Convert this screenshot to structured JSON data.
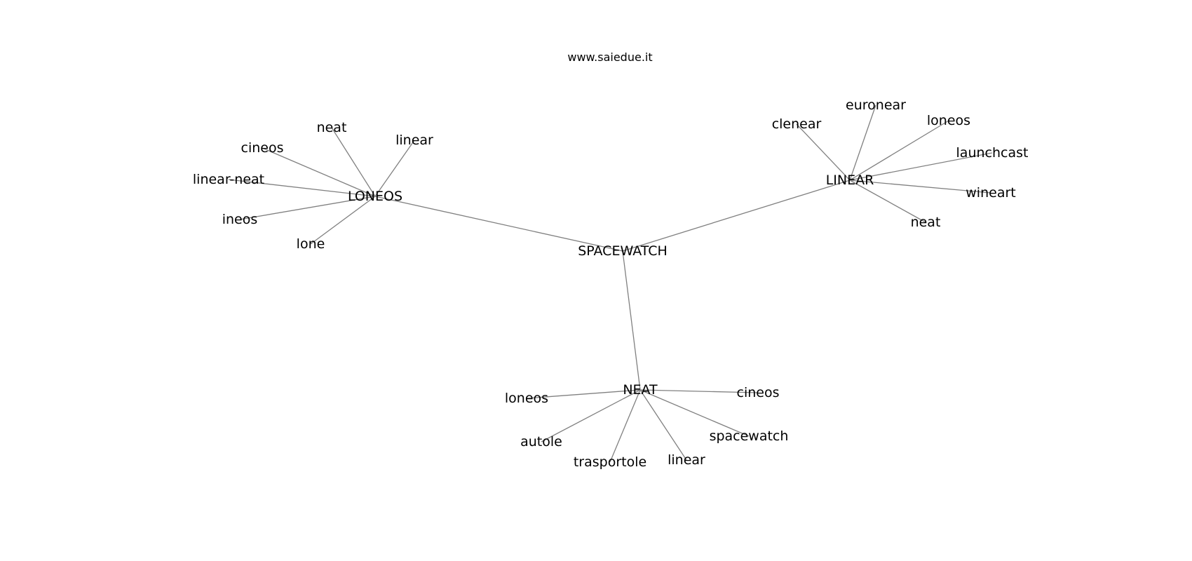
{
  "title": "www.saiedue.it",
  "graph": {
    "nodes": [
      {
        "id": "spacewatch",
        "label": "SPACEWATCH",
        "hub": true
      },
      {
        "id": "loneos",
        "label": "LONEOS",
        "hub": true
      },
      {
        "id": "linear_hub",
        "label": "LINEAR",
        "hub": true
      },
      {
        "id": "neat_hub",
        "label": "NEAT",
        "hub": true
      },
      {
        "id": "lo_neat",
        "label": "neat"
      },
      {
        "id": "lo_cineos",
        "label": "cineos"
      },
      {
        "id": "lo_linear",
        "label": "linear"
      },
      {
        "id": "lo_linearneat",
        "label": "linear-neat"
      },
      {
        "id": "lo_ineos",
        "label": "ineos"
      },
      {
        "id": "lo_lone",
        "label": "lone"
      },
      {
        "id": "li_clenear",
        "label": "clenear"
      },
      {
        "id": "li_euronear",
        "label": "euronear"
      },
      {
        "id": "li_loneos",
        "label": "loneos"
      },
      {
        "id": "li_launchcast",
        "label": "launchcast"
      },
      {
        "id": "li_wineart",
        "label": "wineart"
      },
      {
        "id": "li_neat",
        "label": "neat"
      },
      {
        "id": "ne_loneos",
        "label": "loneos"
      },
      {
        "id": "ne_cineos",
        "label": "cineos"
      },
      {
        "id": "ne_autole",
        "label": "autole"
      },
      {
        "id": "ne_trasportole",
        "label": "trasportole"
      },
      {
        "id": "ne_linear",
        "label": "linear"
      },
      {
        "id": "ne_spacewatch",
        "label": "spacewatch"
      }
    ],
    "edges": [
      [
        "spacewatch",
        "loneos"
      ],
      [
        "spacewatch",
        "linear_hub"
      ],
      [
        "spacewatch",
        "neat_hub"
      ],
      [
        "loneos",
        "lo_neat"
      ],
      [
        "loneos",
        "lo_cineos"
      ],
      [
        "loneos",
        "lo_linear"
      ],
      [
        "loneos",
        "lo_linearneat"
      ],
      [
        "loneos",
        "lo_ineos"
      ],
      [
        "loneos",
        "lo_lone"
      ],
      [
        "linear_hub",
        "li_clenear"
      ],
      [
        "linear_hub",
        "li_euronear"
      ],
      [
        "linear_hub",
        "li_loneos"
      ],
      [
        "linear_hub",
        "li_launchcast"
      ],
      [
        "linear_hub",
        "li_wineart"
      ],
      [
        "linear_hub",
        "li_neat"
      ],
      [
        "neat_hub",
        "ne_loneos"
      ],
      [
        "neat_hub",
        "ne_cineos"
      ],
      [
        "neat_hub",
        "ne_autole"
      ],
      [
        "neat_hub",
        "ne_trasportole"
      ],
      [
        "neat_hub",
        "ne_linear"
      ],
      [
        "neat_hub",
        "ne_spacewatch"
      ]
    ]
  },
  "colors": {
    "edge": "#808080",
    "text": "#000000",
    "background": "#ffffff"
  }
}
